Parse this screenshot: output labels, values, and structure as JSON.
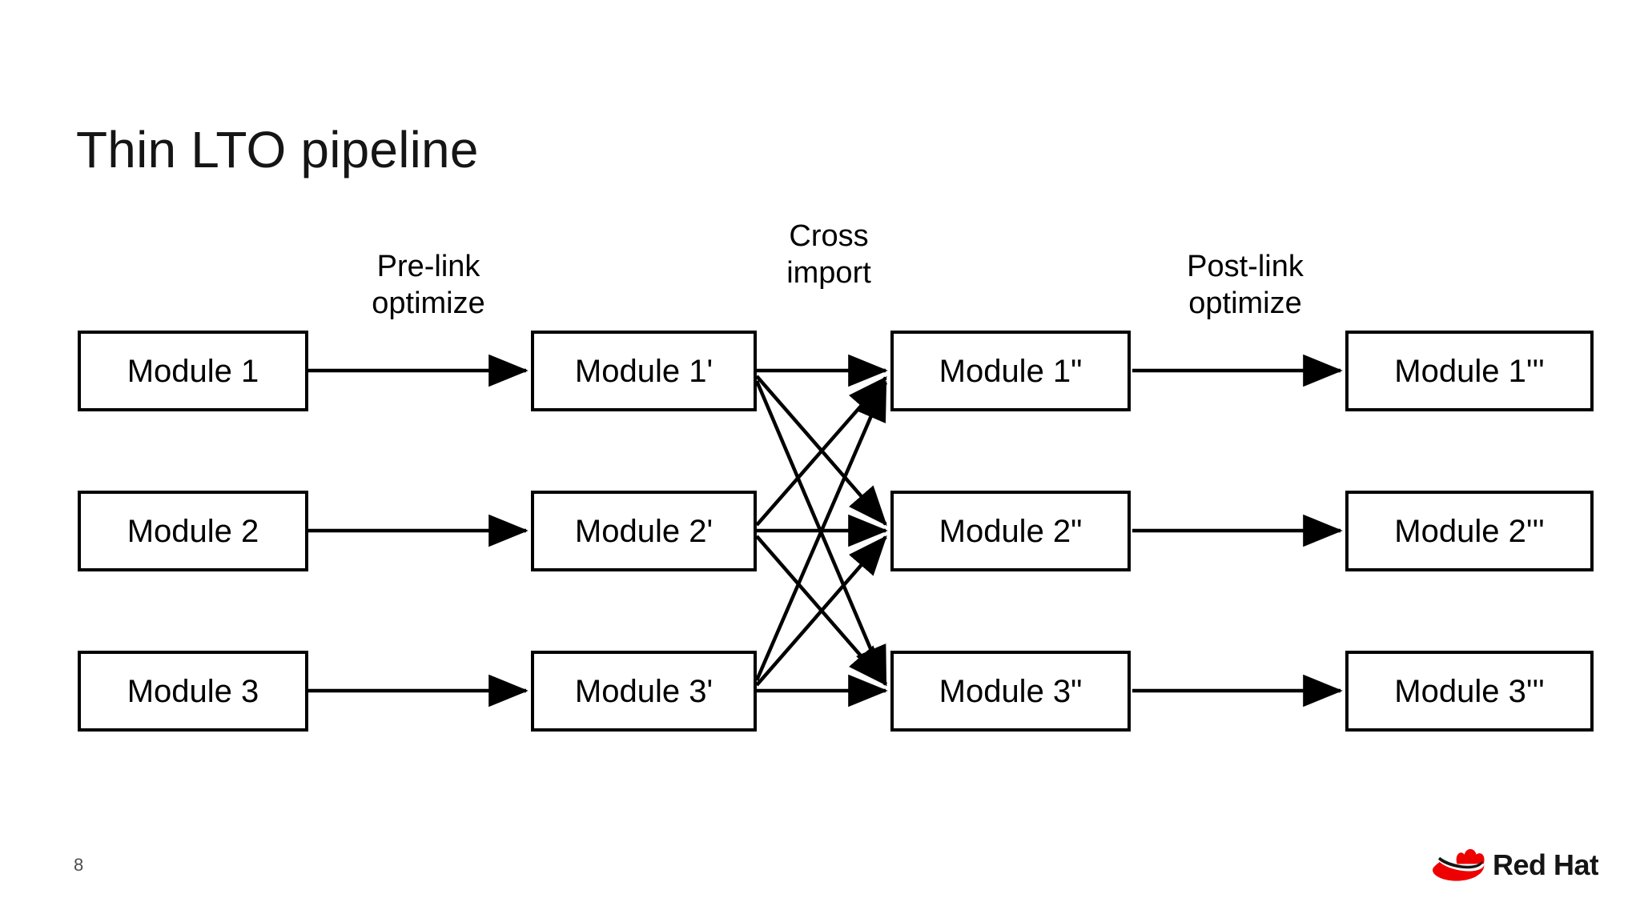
{
  "slide": {
    "title": "Thin LTO pipeline",
    "page_number": "8",
    "background_color": "#ffffff",
    "text_color": "#000000"
  },
  "brand": {
    "name": "Red Hat",
    "logo_name": "redhat-logo",
    "hat_color": "#EE0000",
    "wordmark_color": "#151515"
  },
  "stages": [
    {
      "id": "pre-link",
      "label": "Pre-link\noptimize"
    },
    {
      "id": "cross-import",
      "label": "Cross\nimport"
    },
    {
      "id": "post-link",
      "label": "Post-link\noptimize"
    }
  ],
  "columns": [
    {
      "id": "source",
      "modules": [
        {
          "id": "m1",
          "label": "Module 1"
        },
        {
          "id": "m2",
          "label": "Module 2"
        },
        {
          "id": "m3",
          "label": "Module 3"
        }
      ]
    },
    {
      "id": "pre-link-optimized",
      "modules": [
        {
          "id": "m1p",
          "label": "Module 1'"
        },
        {
          "id": "m2p",
          "label": "Module 2'"
        },
        {
          "id": "m3p",
          "label": "Module 3'"
        }
      ]
    },
    {
      "id": "cross-imported",
      "modules": [
        {
          "id": "m1pp",
          "label": "Module 1\""
        },
        {
          "id": "m2pp",
          "label": "Module 2\""
        },
        {
          "id": "m3pp",
          "label": "Module 3\""
        }
      ]
    },
    {
      "id": "post-link-optimized",
      "modules": [
        {
          "id": "m1ppp",
          "label": "Module 1'''"
        },
        {
          "id": "m2ppp",
          "label": "Module 2'''"
        },
        {
          "id": "m3ppp",
          "label": "Module 3'''"
        }
      ]
    }
  ],
  "diagram": {
    "type": "flow",
    "arrow_color": "#000000",
    "edges_stage1": [
      {
        "from": "m1",
        "to": "m1p"
      },
      {
        "from": "m2",
        "to": "m2p"
      },
      {
        "from": "m3",
        "to": "m3p"
      }
    ],
    "edges_stage2": [
      {
        "from": "m1p",
        "to": "m1pp"
      },
      {
        "from": "m1p",
        "to": "m2pp"
      },
      {
        "from": "m1p",
        "to": "m3pp"
      },
      {
        "from": "m2p",
        "to": "m1pp"
      },
      {
        "from": "m2p",
        "to": "m2pp"
      },
      {
        "from": "m2p",
        "to": "m3pp"
      },
      {
        "from": "m3p",
        "to": "m1pp"
      },
      {
        "from": "m3p",
        "to": "m2pp"
      },
      {
        "from": "m3p",
        "to": "m3pp"
      }
    ],
    "edges_stage3": [
      {
        "from": "m1pp",
        "to": "m1ppp"
      },
      {
        "from": "m2pp",
        "to": "m2ppp"
      },
      {
        "from": "m3pp",
        "to": "m3ppp"
      }
    ]
  }
}
